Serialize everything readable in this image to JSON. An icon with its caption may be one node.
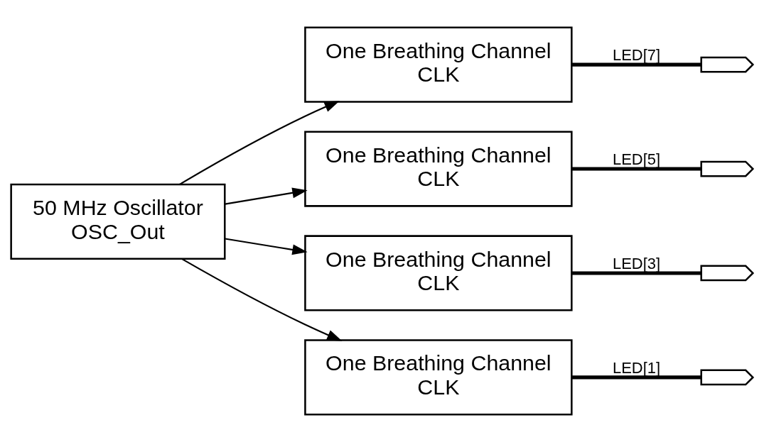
{
  "diagram": {
    "nodes": [
      {
        "text": [
          "50 MHz Oscillator",
          "OSC_Out"
        ]
      },
      {
        "text": [
          "One Breathing Channel",
          "CLK"
        ]
      },
      {
        "text": [],
        "shape": "box"
      },
      {
        "text": [
          "One Breathing Channel",
          "CLK"
        ]
      },
      {
        "text": [],
        "shape": "box"
      },
      {
        "text": [
          "One Breathing Channel",
          "CLK"
        ]
      },
      {
        "text": [],
        "shape": "box"
      },
      {
        "text": [
          "One Breathing Channel",
          "CLK"
        ]
      },
      {
        "text": [],
        "shape": "box"
      }
    ],
    "edges": [
      {
        "from": 0,
        "to": 1,
        "arrow": "to"
      },
      {
        "from": 0,
        "to": 3,
        "arrow": "to"
      },
      {
        "from": 0,
        "to": 5,
        "arrow": "to"
      },
      {
        "from": 0,
        "to": 7,
        "arrow": "to"
      },
      {
        "from": 1,
        "to": 2,
        "arrow": "none",
        "label": "LED[7]",
        "style": "thick"
      },
      {
        "from": 3,
        "to": 4,
        "arrow": "none",
        "label": "LED[5]",
        "style": "thick"
      },
      {
        "from": 5,
        "to": 6,
        "arrow": "none",
        "label": "LED[3]",
        "style": "thick"
      },
      {
        "from": 7,
        "to": 8,
        "arrow": "none",
        "label": "LED[1]",
        "style": "thick"
      }
    ]
  }
}
